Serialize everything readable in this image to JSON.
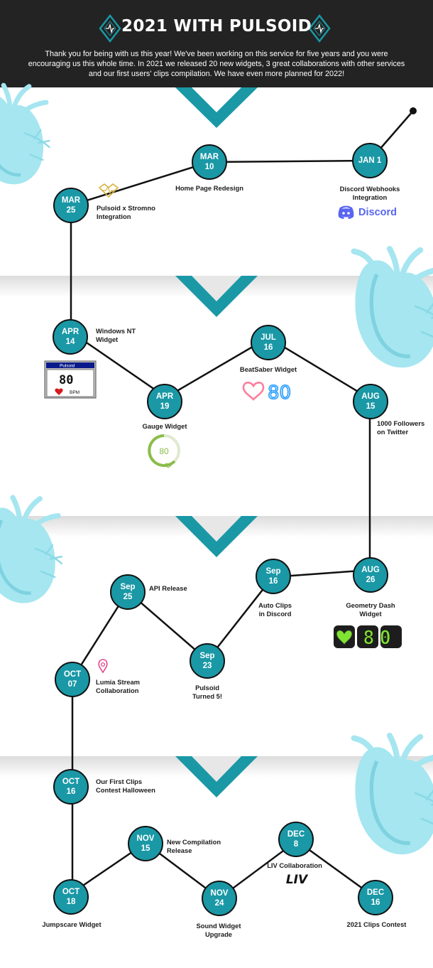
{
  "header": {
    "title": "2021 WITH PULSOID",
    "intro": "Thank you for being with us this year! We've been working on this service for five years and you were encouraging us this whole time. In 2021 we released 20 new widgets, 3 great collaborations with other services and our first users' clips compilation. We have even more planned for 2022!"
  },
  "colors": {
    "accent": "#1a98a6",
    "dark": "#232323",
    "heart": "#9be3ee",
    "discord": "#5865f2"
  },
  "events": [
    {
      "id": "jan1",
      "month": "JAN 1",
      "day": "",
      "label": "Discord Webhooks Integration"
    },
    {
      "id": "mar10",
      "month": "MAR",
      "day": "10",
      "label": "Home Page Redesign"
    },
    {
      "id": "mar25",
      "month": "MAR",
      "day": "25",
      "label": "Pulsoid x Stromno Integration"
    },
    {
      "id": "apr14",
      "month": "APR",
      "day": "14",
      "label": "Windows NT Widget"
    },
    {
      "id": "apr19",
      "month": "APR",
      "day": "19",
      "label": "Gauge Widget"
    },
    {
      "id": "jul16",
      "month": "JUL",
      "day": "16",
      "label": "BeatSaber Widget"
    },
    {
      "id": "aug15",
      "month": "AUG",
      "day": "15",
      "label": "1000 Followers on Twitter"
    },
    {
      "id": "aug26",
      "month": "AUG",
      "day": "26",
      "label": "Geometry Dash Widget"
    },
    {
      "id": "sep16",
      "month": "Sep",
      "day": "16",
      "label": "Auto Clips in Discord"
    },
    {
      "id": "sep23",
      "month": "Sep",
      "day": "23",
      "label": "Pulsoid Turned 5!"
    },
    {
      "id": "sep25",
      "month": "Sep",
      "day": "25",
      "label": "API Release"
    },
    {
      "id": "oct07",
      "month": "OCT",
      "day": "07",
      "label": "Lumia Stream Collaboration"
    },
    {
      "id": "oct16",
      "month": "OCT",
      "day": "16",
      "label": "Our First Clips Contest Halloween"
    },
    {
      "id": "oct18",
      "month": "OCT",
      "day": "18",
      "label": "Jumpscare Widget"
    },
    {
      "id": "nov15",
      "month": "NOV",
      "day": "15",
      "label": "New Compilation Release"
    },
    {
      "id": "nov24",
      "month": "NOV",
      "day": "24",
      "label": "Sound Widget Upgrade"
    },
    {
      "id": "dec8",
      "month": "DEC",
      "day": "8",
      "label": "LIV Collaboration"
    },
    {
      "id": "dec16",
      "month": "DEC",
      "day": "16",
      "label": "2021 Clips Contest"
    }
  ],
  "widgets": {
    "discord": "Discord",
    "winnt_title": "Pulsoid",
    "winnt_value": "80",
    "winnt_unit": "BPM",
    "beatsaber_value": "80",
    "gauge_value": "80",
    "geometry_value": "80",
    "liv": "LIV"
  }
}
